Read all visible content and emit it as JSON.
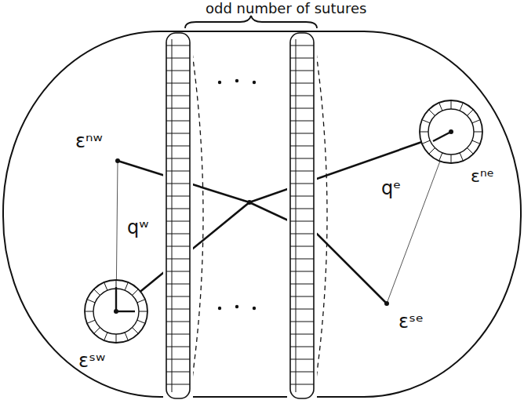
{
  "diagram": {
    "labels": [
      "odd number of sutures",
      "εⁿʷ",
      "qʷ",
      "εˢʷ",
      "εⁿᵉ",
      "qᵉ",
      "εˢᵉ"
    ]
  }
}
